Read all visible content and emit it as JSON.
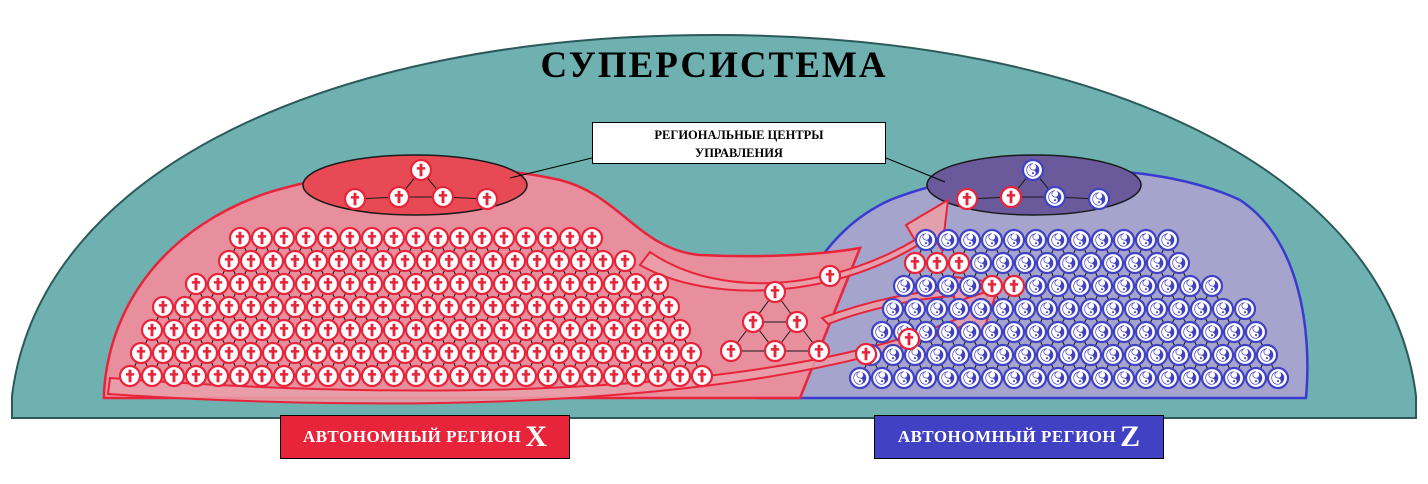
{
  "title": "СУПЕРСИСТЕМА",
  "centers_label_line1": "РЕГИОНАЛЬНЫЕ ЦЕНТРЫ",
  "centers_label_line2": "УПРАВЛЕНИЯ",
  "region_x": {
    "label": "АВТОНОМНЫЙ РЕГИОН",
    "letter": "X",
    "color": "#e8243a"
  },
  "region_z": {
    "label": "АВТОНОМНЫЙ РЕГИОН",
    "letter": "Z",
    "color": "#4141c4"
  },
  "colors": {
    "supersystem_fill": "#6fb0b0",
    "region_x_fill": "#e88f9e",
    "region_x_center": "#e84a55",
    "region_z_fill": "#a4a4cc",
    "region_z_center": "#6a5a9c"
  },
  "icons": {
    "region_x_node": "cross-icon",
    "region_z_node": "yin-yang-icon"
  }
}
